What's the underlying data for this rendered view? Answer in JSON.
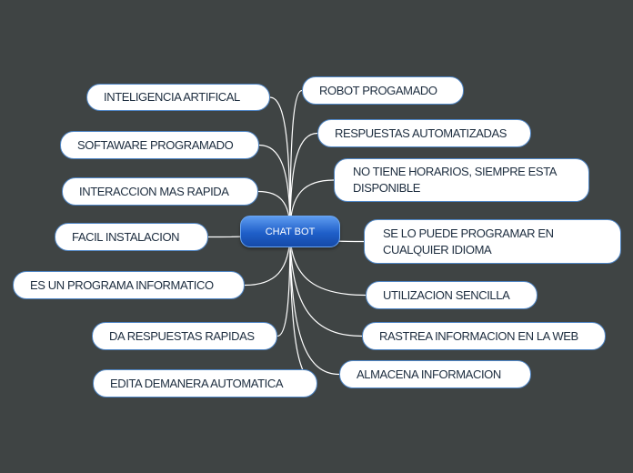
{
  "center": {
    "label": "CHAT BOT"
  },
  "colors": {
    "background": "#3f4444",
    "connector": "#ffffff",
    "node_border": "#4f86c6",
    "center_fill": "#1f5fc9"
  },
  "left_topics": [
    "INTELIGENCIA ARTIFICAL",
    "SOFTAWARE PROGRAMADO",
    "INTERACCION MAS RAPIDA",
    "FACIL INSTALACION",
    "ES UN PROGRAMA INFORMATICO",
    "DA RESPUESTAS RAPIDAS",
    "EDITA DEMANERA AUTOMATICA"
  ],
  "right_topics": [
    "ROBOT PROGAMADO",
    "RESPUESTAS AUTOMATIZADAS",
    "NO TIENE HORARIOS, SIEMPRE ESTA DISPONIBLE",
    "SE LO PUEDE PROGRAMAR EN CUALQUIER IDIOMA",
    "UTILIZACION SENCILLA",
    "RASTREA INFORMACION EN LA WEB",
    "ALMACENA INFORMACION"
  ]
}
